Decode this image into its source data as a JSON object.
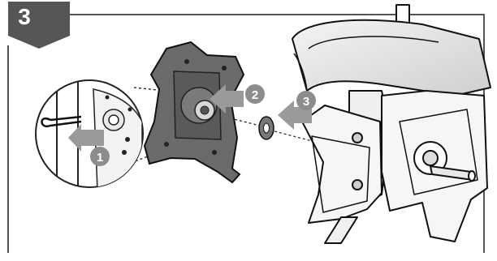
{
  "step": {
    "number": "3"
  },
  "callouts": [
    {
      "label": "1",
      "action": "remove-hairpin-clip"
    },
    {
      "label": "2",
      "action": "remove-tine-plate"
    },
    {
      "label": "3",
      "action": "remove-washer"
    }
  ],
  "colors": {
    "badge": "#555555",
    "badge_text": "#ffffff",
    "frame": "#555555",
    "arrow": "#9a9a9a",
    "callout_circle": "#8c8c8c",
    "line_art": "#1a1a1a",
    "part_fill": "#666666"
  },
  "icons": [
    "hairpin-clip-icon",
    "washer-icon",
    "tine-plate-icon",
    "tiller-frame-icon"
  ]
}
